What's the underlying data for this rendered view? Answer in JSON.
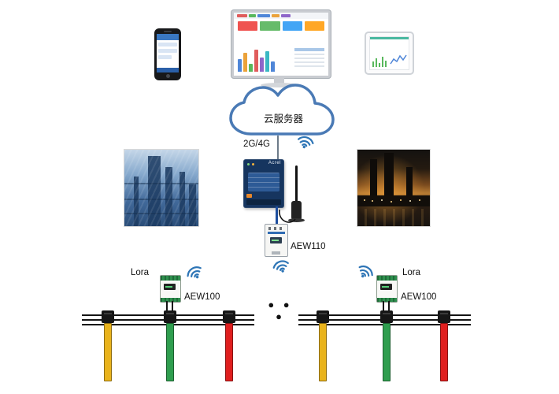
{
  "diagram": {
    "cloud_label": "云服务器",
    "network_label": "2G/4G",
    "gateway_label": "AEW110",
    "gateway_brand": "Acrel",
    "left_meter": {
      "lora_label": "Lora",
      "model_label": "AEW100"
    },
    "right_meter": {
      "lora_label": "Lora",
      "model_label": "AEW100"
    },
    "ellipsis": "● ● ●"
  },
  "monitor": {
    "nav_colors": [
      "#e05c5c",
      "#58b85c",
      "#4f86d8",
      "#eba23a",
      "#8e66c9"
    ],
    "tile_colors": [
      "#ef5350",
      "#66bb6a",
      "#42a5f5",
      "#ffa726"
    ],
    "bars": [
      16,
      24,
      10,
      28,
      18,
      26,
      13
    ],
    "bar_colors": [
      "#4f86d8",
      "#eba23a",
      "#58b85c",
      "#e05c5c",
      "#8e66c9",
      "#3bb8c4"
    ]
  },
  "colors": {
    "wifi": "#2e75b6",
    "cloud_stroke": "#4a7ab5",
    "connector": "#6d7b89",
    "cable_blue": "#1d4e9e",
    "gateway_body": "#16355f",
    "ct_yellow": "#e9b31c",
    "ct_green": "#2f9e4f",
    "ct_red": "#e01f1f"
  },
  "ct_groups": [
    {
      "side": "left",
      "phases": [
        "yellow",
        "green",
        "red"
      ]
    },
    {
      "side": "right",
      "phases": [
        "yellow",
        "green",
        "red"
      ]
    }
  ]
}
